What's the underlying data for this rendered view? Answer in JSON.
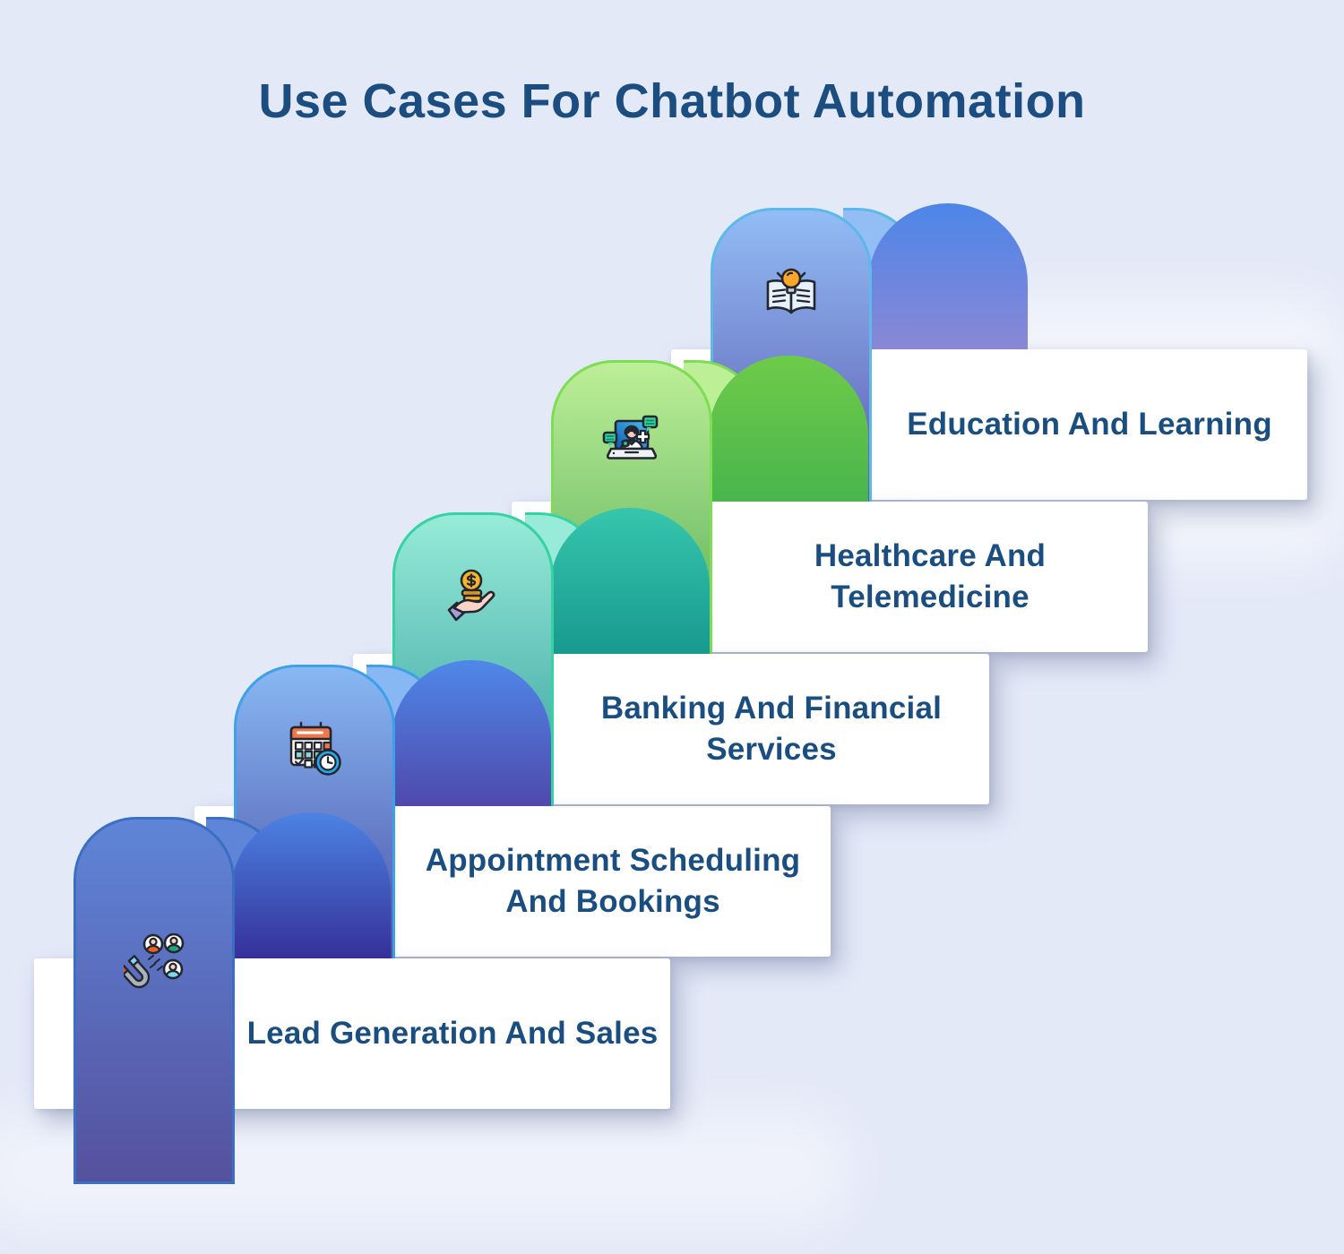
{
  "title": "Use Cases For Chatbot Automation",
  "text_color": "#1b4e80",
  "background_color": "#e4e9f8",
  "steps": [
    {
      "id": "education",
      "label": "Education And Learning",
      "icon": "book-lightbulb-icon",
      "colors": {
        "border": "#5cb9ea",
        "front-top": "#92bdf5",
        "front-bottom": "#4f429f",
        "back-top": "#4d86e8",
        "back-bottom": "#8a87d6"
      }
    },
    {
      "id": "healthcare",
      "label": "Healthcare And Telemedicine",
      "icon": "telemedicine-doctor-icon",
      "colors": {
        "border": "#7edd54",
        "front-top": "#bdef97",
        "front-bottom": "#3f9e4a",
        "back-top": "#6ecb49",
        "back-bottom": "#49b54d"
      }
    },
    {
      "id": "banking",
      "label": "Banking And Financial Services",
      "icon": "hand-coins-icon",
      "colors": {
        "border": "#35d3a2",
        "front-top": "#97ebd8",
        "front-bottom": "#1f8d92",
        "back-top": "#36c6ad",
        "back-bottom": "#18998f"
      }
    },
    {
      "id": "appointments",
      "label": "Appointment Scheduling And Bookings",
      "icon": "calendar-clock-icon",
      "colors": {
        "border": "#3ea0e8",
        "front-top": "#88b8f3",
        "front-bottom": "#3c3795",
        "back-top": "#4f88e9",
        "back-bottom": "#4f49ab"
      }
    },
    {
      "id": "leadgen",
      "label": "Lead Generation And Sales",
      "icon": "magnet-people-icon",
      "colors": {
        "border": "#3a6fc2",
        "front-top": "#5f85d8",
        "front-bottom": "#55519e",
        "back-top": "#4c83e3",
        "back-bottom": "#363099"
      }
    }
  ]
}
